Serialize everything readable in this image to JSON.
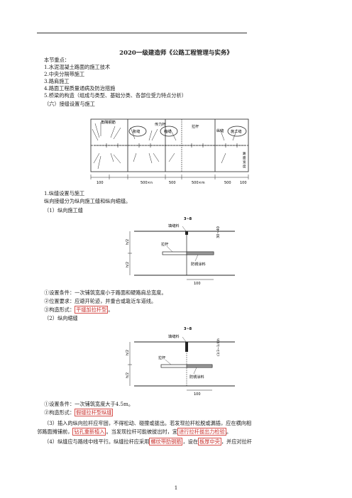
{
  "title": "2020一级建造师《公路工程管理与实务》",
  "focus_heading": "本节重点：",
  "focus_items": [
    "1.水泥混凝土路面的施工技术",
    "2.中央分隔带施工",
    "3.路肩施工",
    "4.路面工程质量通病及防治措施",
    "5.桥梁的构造（组成与类型、基础分类、各部位受力特点分析）"
  ],
  "section6": "（六）接缝设置与施工",
  "fig1": {
    "labels": [
      "角隅钢筋",
      "胀缝",
      "传力杆",
      "缩缝",
      "拉杆",
      "纵缝",
      "施工缝"
    ],
    "dims": [
      "100",
      "500×n",
      "500",
      "500×m",
      "500",
      "100"
    ],
    "side": [
      "路",
      "面",
      "宽",
      "度"
    ]
  },
  "s1_title": "1.纵缝设置与施工",
  "s1_intro": "纵向接缝分为纵向施工缝和纵向缩缝。",
  "s1_sub1": "（1）纵向施工缝",
  "fig2": {
    "fill": "填缝料",
    "rod": "拉杆",
    "coat": "防锈涂料",
    "top": "3~8",
    "side": "30~40",
    "h1": "h/2",
    "h2": "h/2",
    "dim": "100"
  },
  "s1_c1": "①设置条件：一次铺筑宽度小于路面和硬路肩总宽度。",
  "s1_c2": "②位置要求：应避开轮迹，并重合或靠近车道线。",
  "s1_c3_prefix": "③构造形式：",
  "s1_c3_box": "平缝加拉杆型",
  "s1_c3_suffix": "。",
  "s1_sub2": "（2）纵向缩缝",
  "fig3": {
    "fill": "填缝料",
    "rod": "拉杆",
    "coat": "防锈涂料",
    "top": "3~8",
    "side": "(1/3~1/4)h",
    "h1": "h/2",
    "h2": "h/2",
    "dim": "100"
  },
  "s2_c1": "①设置条件：一次铺筑宽度大于4.5m。",
  "s2_c2_prefix": "②构造形式：",
  "s2_c2_box": "假缝拉杆型纵缝",
  "p3_a": "（3）插入的纵向拉杆应牢固，不得松动、碰撞或拔出。若发现拉杆松脱或漏插，应在横向相",
  "p3_b_prefix": "邻路面摊铺前，",
  "p3_b_box1": "钻孔重新植入",
  "p3_b_mid": "。当发现拉杆可能被拔出时，宜",
  "p3_b_box2": "进行拉杆拔出力检验",
  "p3_b_suffix": "。",
  "p4_prefix": "（4）纵缝应与路线中线平行。纵缝拉杆应采用",
  "p4_box1": "螺纹带肋钢筋",
  "p4_mid": "，设在",
  "p4_box2": "板厚中央",
  "p4_suffix": "，并应对拉杆",
  "page_number": "1"
}
